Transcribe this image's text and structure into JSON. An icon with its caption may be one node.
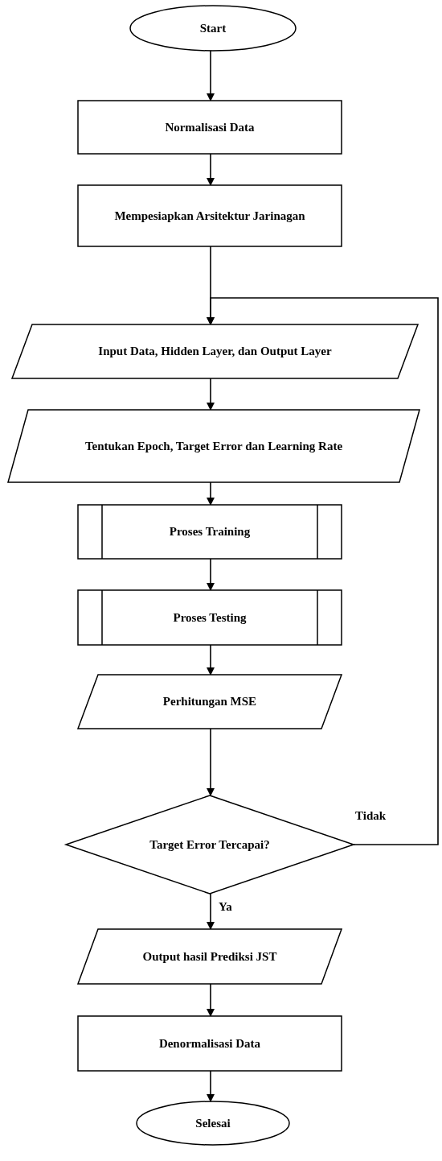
{
  "diagram": {
    "nodes": [
      {
        "text": [
          "Start"
        ]
      },
      {
        "text": [
          "Normalisasi Data"
        ]
      },
      {
        "text": [
          "Mempesiapkan Arsitektur Jarinagan"
        ]
      },
      {
        "text": [
          "Input Data, Hidden Layer, dan Output Layer"
        ]
      },
      {
        "text": [
          "Tentukan Epoch, Target Error dan Learning Rate"
        ]
      },
      {
        "text": [
          "Proses Training"
        ]
      },
      {
        "text": [
          "Proses Testing"
        ]
      },
      {
        "text": [
          "Perhitungan MSE"
        ]
      },
      {
        "text": [
          "Target Error Tercapai?"
        ]
      },
      {
        "text": [
          "Output hasil Prediksi JST"
        ]
      },
      {
        "text": [
          "Denormalisasi Data"
        ]
      },
      {
        "text": [
          "Selesai"
        ]
      }
    ],
    "edges": [
      {
        "from": 0,
        "to": 1,
        "arrow": "to"
      },
      {
        "from": 1,
        "to": 2,
        "arrow": "to"
      },
      {
        "from": 2,
        "to": 3,
        "arrow": "to"
      },
      {
        "from": 3,
        "to": 4,
        "arrow": "to"
      },
      {
        "from": 4,
        "to": 5,
        "arrow": "to"
      },
      {
        "from": 5,
        "to": 6,
        "arrow": "to"
      },
      {
        "from": 6,
        "to": 7,
        "arrow": "to"
      },
      {
        "from": 7,
        "to": 8,
        "arrow": "to"
      },
      {
        "from": 8,
        "to": 3,
        "label": "Tidak",
        "arrow": "to"
      },
      {
        "from": 8,
        "to": 9,
        "label": "Ya",
        "arrow": "to"
      },
      {
        "from": 9,
        "to": 10,
        "arrow": "to"
      },
      {
        "from": 10,
        "to": 11,
        "arrow": "to"
      }
    ]
  }
}
